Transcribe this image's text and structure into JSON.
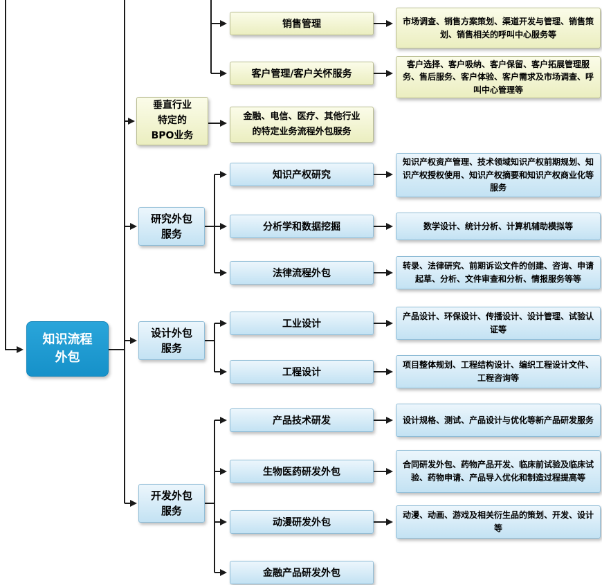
{
  "root": {
    "label": "知识流程\n外包"
  },
  "sales": {
    "label": "销售管理",
    "desc": "市场调查、销售方案策划、渠道开发与管理、销售策划、销售相关的呼叫中心服务等"
  },
  "customer": {
    "label": "客户管理/客户关怀服务",
    "desc": "客户选择、客户吸纳、客户保留、客户拓展管理服务、售后服务、客户体验、客户需求及市场调查、呼叫中心管理等"
  },
  "vertical": {
    "label": "垂直行业\n特定的\nBPO业务",
    "desc": "金融、电信、医疗、其他行业\n的特定业务流程外包服务"
  },
  "groups": [
    {
      "label": "研究外包\n服务",
      "children": [
        {
          "label": "知识产权研究",
          "desc": "知识产权资产管理、技术领域知识产权前期规划、知识产权授权使用、知识产权摘要和知识产权商业化等服务"
        },
        {
          "label": "分析学和数据挖掘",
          "desc": "数学设计、统计分析、计算机辅助模拟等"
        },
        {
          "label": "法律流程外包",
          "desc": "转录、法律研究、前期诉讼文件的创建、咨询、申请起草、分析、文件审查和分析、情报服务等等"
        }
      ]
    },
    {
      "label": "设计外包\n服务",
      "children": [
        {
          "label": "工业设计",
          "desc": "产品设计、环保设计、传播设计、设计管理、试验认证等"
        },
        {
          "label": "工程设计",
          "desc": "项目整体规划、工程结构设计、编织工程设计文件、工程咨询等"
        }
      ]
    },
    {
      "label": "开发外包\n服务",
      "children": [
        {
          "label": "产品技术研发",
          "desc": "设计规格、测试、产品设计与优化等新产品研发服务"
        },
        {
          "label": "生物医药研发外包",
          "desc": "合同研发外包、药物产品开发、临床前试验及临床试验、药物申请、产品导入优化和制造过程提高等"
        },
        {
          "label": "动漫研发外包",
          "desc": "动漫、动画、游戏及相关衍生品的策划、开发、设计等"
        },
        {
          "label": "金融产品研发外包"
        }
      ]
    }
  ],
  "colors": {
    "line": "#1a1a1a",
    "root_fill": "#1e9cd7",
    "blue_fill": "#cde7f6",
    "yellow_fill": "#eef0c6"
  }
}
